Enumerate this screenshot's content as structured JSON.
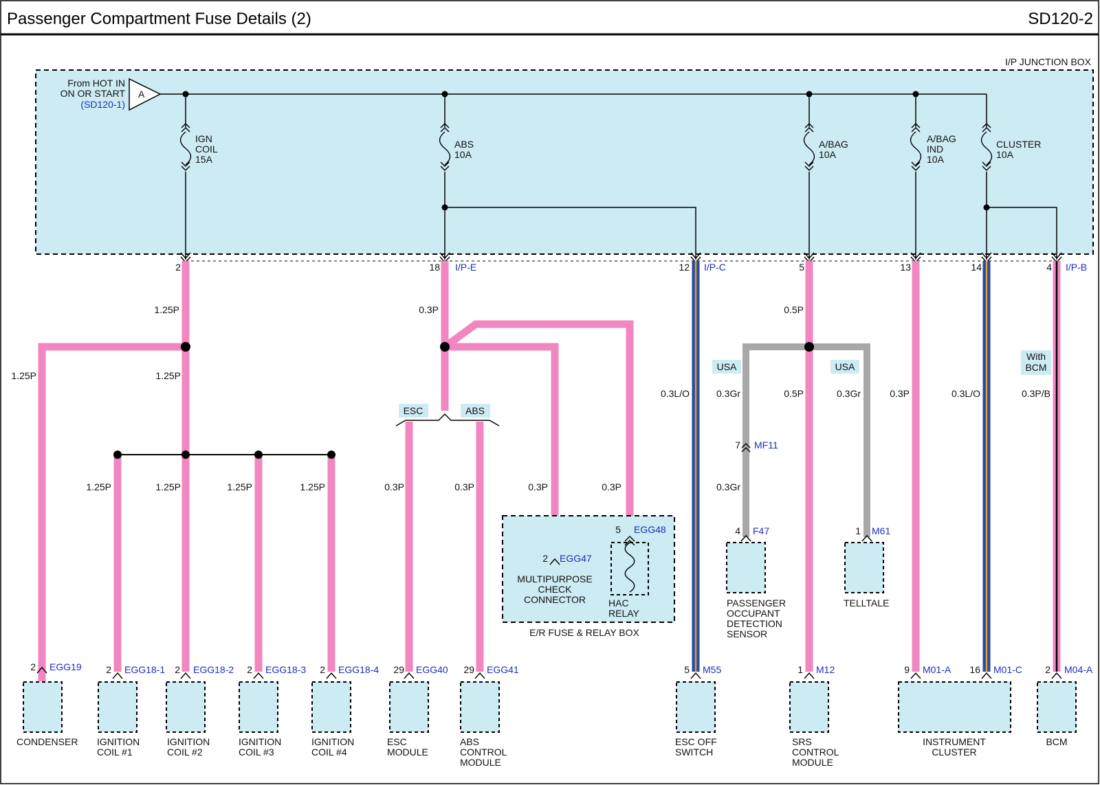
{
  "header": {
    "title": "Passenger Compartment Fuse Details (2)",
    "code": "SD120-2"
  },
  "junction_box": {
    "label": "I/P JUNCTION BOX",
    "source": {
      "line1": "From HOT IN",
      "line2": "ON OR START",
      "ref": "(SD120-1)",
      "connector": "A"
    }
  },
  "fuses": {
    "ign": {
      "line1": "IGN",
      "line2": "COIL",
      "line3": "15A"
    },
    "abs": {
      "line1": "ABS",
      "line2": "10A"
    },
    "abag": {
      "line1": "A/BAG",
      "line2": "10A"
    },
    "abag_ind": {
      "line1": "A/BAG",
      "line2": "IND",
      "line3": "10A"
    },
    "cluster": {
      "line1": "CLUSTER",
      "line2": "10A"
    }
  },
  "jb_pins": {
    "p2": "2",
    "p18": "18",
    "ipe": "I/P-E",
    "p12": "12",
    "ipc": "I/P-C",
    "p5": "5",
    "p13": "13",
    "p14": "14",
    "p4": "4",
    "ipb": "I/P-B"
  },
  "wires": {
    "w125p": "1.25P",
    "w03p": "0.3P",
    "w03lo": "0.3L/O",
    "w05p": "0.5P",
    "w03gr": "0.3Gr",
    "w03pb": "0.3P/B"
  },
  "options": {
    "esc": "ESC",
    "abs": "ABS",
    "usa": "USA",
    "with1": "With",
    "with2": "BCM"
  },
  "connectors": {
    "mf11_pin": "7",
    "mf11": "MF11",
    "f47_pin": "4",
    "f47": "F47",
    "m61_pin": "1",
    "m61": "M61",
    "egg48_pin": "5",
    "egg48": "EGG48",
    "egg47_pin": "2",
    "egg47": "EGG47",
    "egg19_pin": "2",
    "egg19": "EGG19",
    "egg181_pin": "2",
    "egg181": "EGG18-1",
    "egg182_pin": "2",
    "egg182": "EGG18-2",
    "egg183_pin": "2",
    "egg183": "EGG18-3",
    "egg184_pin": "2",
    "egg184": "EGG18-4",
    "egg40_pin": "29",
    "egg40": "EGG40",
    "egg41_pin": "29",
    "egg41": "EGG41",
    "m55_pin": "5",
    "m55": "M55",
    "m12_pin": "1",
    "m12": "M12",
    "m01a_pin": "9",
    "m01a": "M01-A",
    "m01c_pin": "16",
    "m01c": "M01-C",
    "m04a_pin": "2",
    "m04a": "M04-A"
  },
  "components": {
    "condenser": "CONDENSER",
    "coil": "IGNITION",
    "coil1": "COIL #1",
    "coil2": "COIL #2",
    "coil3": "COIL #3",
    "coil4": "COIL #4",
    "esc1": "ESC",
    "esc2": "MODULE",
    "abs1": "ABS",
    "abs2": "CONTROL",
    "abs3": "MODULE",
    "mpc1": "MULTIPURPOSE",
    "mpc2": "CHECK",
    "mpc3": "CONNECTOR",
    "hac1": "HAC",
    "hac2": "RELAY",
    "er_box": "E/R FUSE & RELAY BOX",
    "escoff1": "ESC OFF",
    "escoff2": "SWITCH",
    "pods1": "PASSENGER",
    "pods2": "OCCUPANT",
    "pods3": "DETECTION",
    "pods4": "SENSOR",
    "telltale": "TELLTALE",
    "srs1": "SRS",
    "srs2": "CONTROL",
    "srs3": "MODULE",
    "cluster1": "INSTRUMENT",
    "cluster2": "CLUSTER",
    "bcm": "BCM"
  },
  "colors": {
    "pink": "#f286c0",
    "gray": "#a8a8a8",
    "blue": "#2b4a9e",
    "orange": "#d9a13a",
    "box_fill": "#cdebf2",
    "ref_blue": "#1a2fbf"
  }
}
